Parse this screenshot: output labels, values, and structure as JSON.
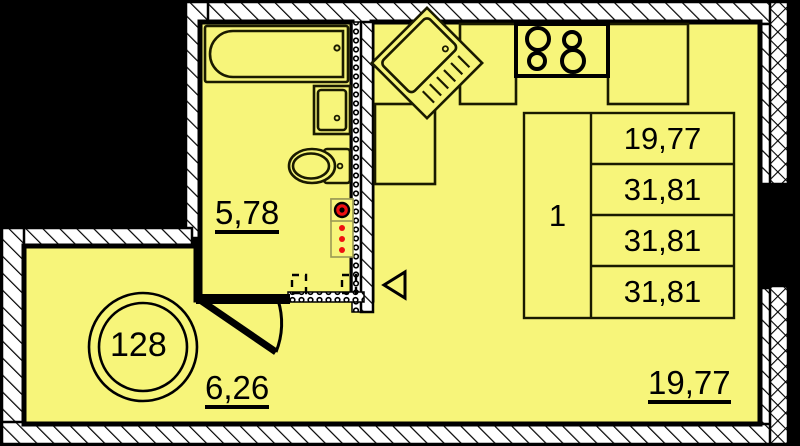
{
  "plan": {
    "title": "Apartment floor plan",
    "apartment_number": "128",
    "colors": {
      "room_fill": "#f7f57a",
      "outline": "#000000",
      "background": "#000000",
      "wall_hatch": "#ffffff",
      "accent_red": "#ee1111",
      "furniture_line": "#1a1a00"
    }
  },
  "rooms": [
    {
      "id": "bathroom",
      "name": "bathroom",
      "area_label": "5,78"
    },
    {
      "id": "hall",
      "name": "hall-corridor",
      "area_label": "6,26"
    },
    {
      "id": "living-kitchen",
      "name": "living-kitchen",
      "area_label": "19,77"
    }
  ],
  "area_table": {
    "rows_label": "1",
    "values": [
      "19,77",
      "31,81",
      "31,81",
      "31,81"
    ]
  },
  "fixtures": [
    {
      "id": "bathtub",
      "name": "bathtub"
    },
    {
      "id": "washbasin",
      "name": "washbasin"
    },
    {
      "id": "toilet",
      "name": "toilet"
    },
    {
      "id": "water-heater",
      "name": "water-heater"
    },
    {
      "id": "kitchen-sink",
      "name": "corner-kitchen-sink"
    },
    {
      "id": "cooktop",
      "name": "four-burner-cooktop"
    },
    {
      "id": "counter-left",
      "name": "kitchen-counter-left"
    },
    {
      "id": "counter-top",
      "name": "kitchen-counter-top"
    },
    {
      "id": "counter-right",
      "name": "kitchen-counter-right"
    },
    {
      "id": "entry-door",
      "name": "bathroom-door"
    },
    {
      "id": "direction-marker",
      "name": "view-direction-marker"
    }
  ]
}
